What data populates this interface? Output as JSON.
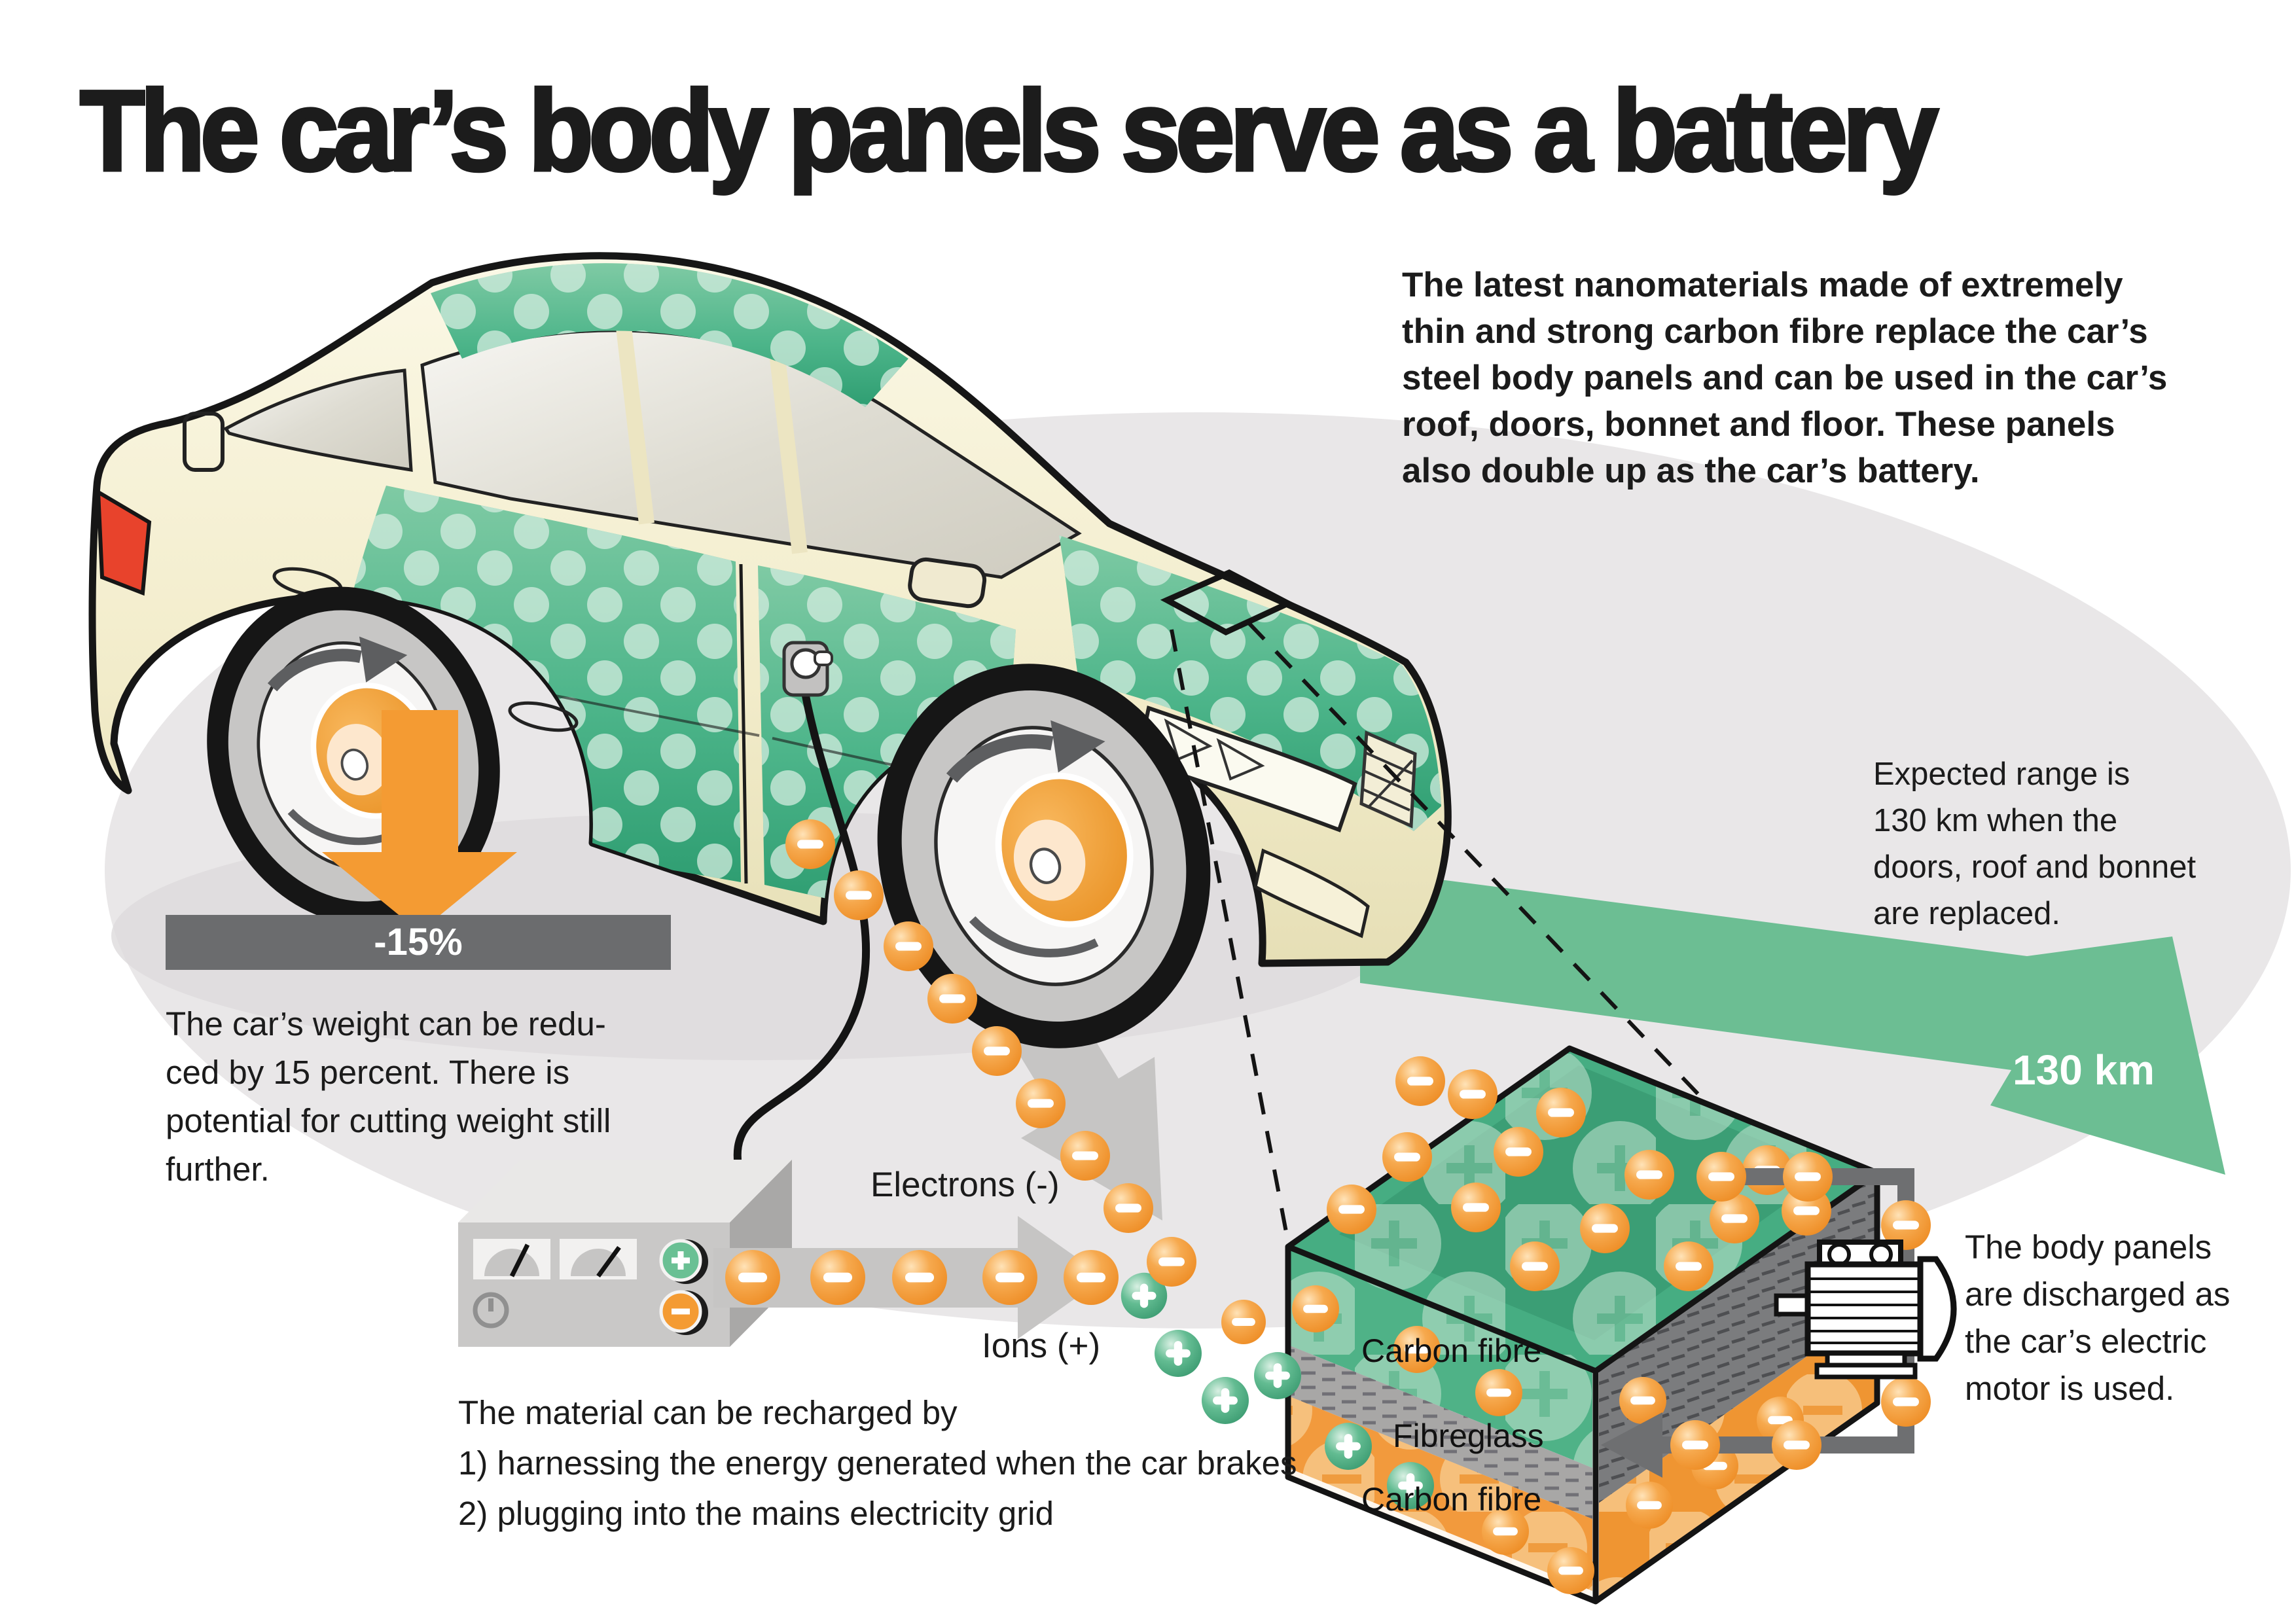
{
  "title": "The car’s body panels serve as a battery",
  "intro": {
    "lines": [
      "The latest nanomaterials made of extremely",
      "thin and strong carbon fibre replace the car’s",
      "steel body panels and can be used in the car’s",
      "roof, doors, bonnet and floor. These panels",
      "also double up as the car’s battery."
    ]
  },
  "weight": {
    "badge": "-15%",
    "lines": [
      "The car’s weight can be redu-",
      "ced by 15 percent. There is",
      "potential for cutting weight still",
      "further."
    ]
  },
  "range": {
    "lines": [
      "Expected range is",
      "130 km when the",
      "doors, roof and bonnet",
      "are replaced."
    ],
    "arrow_label": "130 km"
  },
  "flow": {
    "electrons_label": "Electrons (-)",
    "ions_label": "Ions (+)"
  },
  "battery": {
    "layers": [
      "Carbon fibre",
      "Fibreglass",
      "Carbon fibre"
    ]
  },
  "discharge": {
    "lines": [
      "The body panels",
      "are discharged as",
      "the car’s electric",
      "motor is used."
    ]
  },
  "recharge": {
    "lines": [
      "The material can be recharged by",
      "1) harnessing the energy generated when the car brakes",
      "2) plugging into the mains electricity grid"
    ]
  },
  "colors": {
    "green": "#5eb88d",
    "orange": "#f49b33",
    "dark_gray": "#6b6c6e",
    "ellipse_gray": "#e9e7e8",
    "arrow_gray": "#c6c5c4"
  }
}
